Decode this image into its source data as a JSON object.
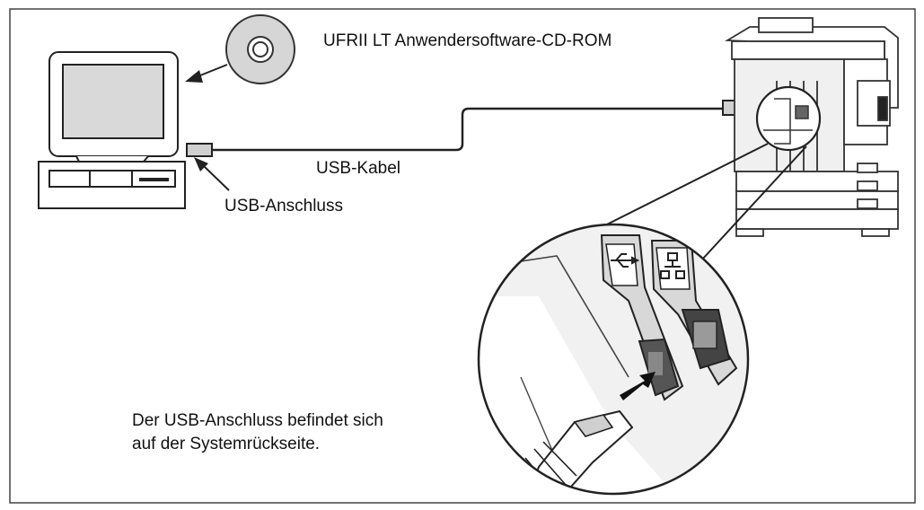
{
  "labels": {
    "cd_rom": "UFRII LT Anwendersoftware-CD-ROM",
    "usb_cable": "USB-Kabel",
    "usb_port": "USB-Anschluss",
    "note_line1": "Der USB-Anschluss befindet sich",
    "note_line2": "auf der Systemrückseite."
  },
  "colors": {
    "line": "#222222",
    "panel": "#d8d8d8",
    "device_fill": "#f2f2f2"
  },
  "icons": [
    "computer-icon",
    "cd-rom-icon",
    "printer-icon",
    "usb-icon",
    "network-icon"
  ]
}
